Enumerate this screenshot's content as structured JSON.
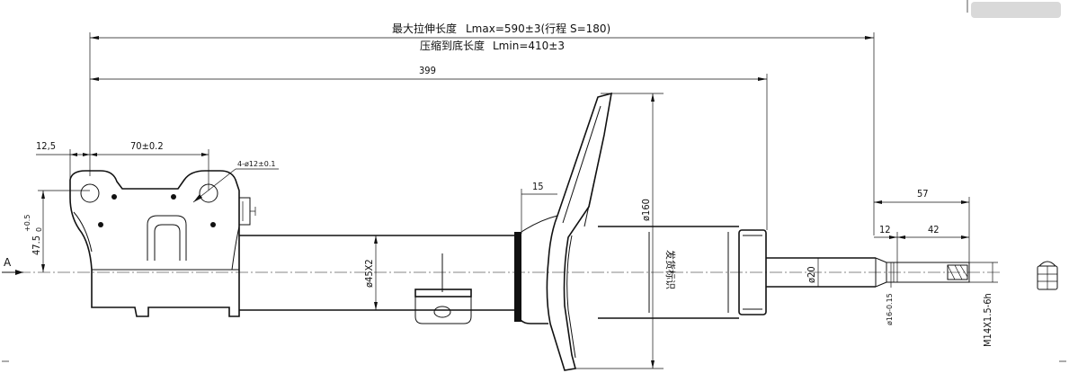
{
  "header": {
    "line1_label": "最大拉伸长度",
    "line1_value": "Lmax=590±3(行程 S=180)",
    "line2_label": "压缩到底长度",
    "line2_value": "Lmin=410±3"
  },
  "dimensions": {
    "overall_399": "399",
    "offset_12_5": "12,5",
    "spacing_70": "70±0.2",
    "holes": "4-ø12±0.1",
    "height_47_5": "47.5",
    "height_tol_upper": "+0.5",
    "height_tol_lower": "0",
    "spring_seat_15": "15",
    "plate_diameter": "ø160",
    "body_diameter": "ø45X2",
    "rod_diameter": "ø20",
    "thread_length_57": "57",
    "step_12": "12",
    "thread_42": "42",
    "shoulder_diameter": "ø16-0.15",
    "thread_spec": "M14X1.5-6h",
    "view_label": "A"
  },
  "marking_text": "发货标识"
}
